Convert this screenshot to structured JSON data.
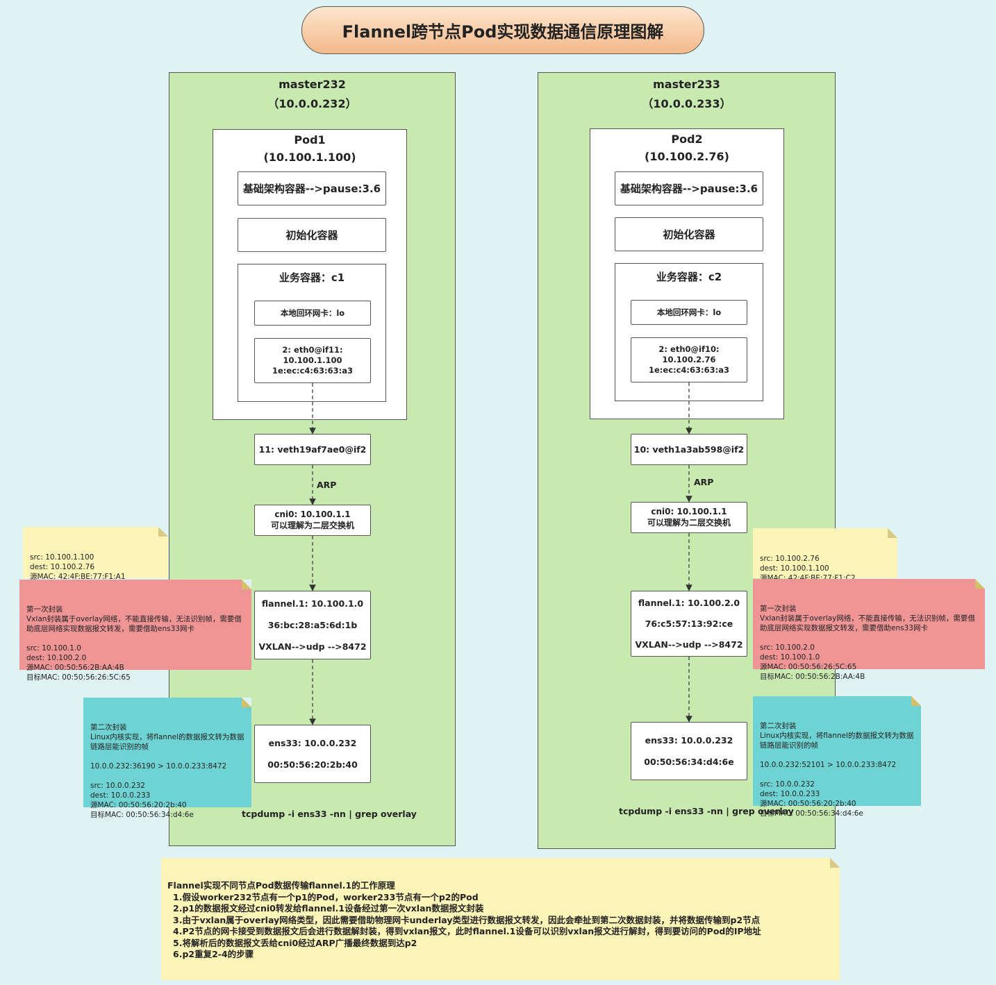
{
  "title": "Flannel跨节点Pod实现数据通信原理图解",
  "nodes": [
    {
      "name": "master232",
      "ip": "（10.0.0.232）",
      "pod_name": "Pod1",
      "pod_ip": "(10.100.1.100)",
      "infra_container": "基础架构容器-->pause:3.6",
      "init_container": "初始化容器",
      "biz_container": "业务容器：c1",
      "loopback": "本地回环网卡：lo",
      "eth0": [
        "2: eth0@if11:",
        "10.100.1.100",
        "1e:ec:c4:63:63:a3"
      ],
      "veth": "11: veth19af7ae0@if2",
      "arp_label": "ARP",
      "cni0": [
        "cni0: 10.100.1.1",
        "可以理解为二层交换机"
      ],
      "flannel": [
        "flannel.1: 10.100.1.0",
        "36:bc:28:a5:6d:1b",
        "VXLAN-->udp -->8472"
      ],
      "ens33": [
        "ens33: 10.0.0.232",
        "00:50:56:20:2b:40"
      ],
      "tcpdump": "tcpdump -i ens33 -nn | grep overlay",
      "note_yellow": "src: 10.100.1.100\ndest: 10.100.2.76\n源MAC: 42:4F:BE:77:F1:A1\n目标MAC: FF:FF:FF:FF:FF:FF",
      "note_red": "第一次封装\nVxlan封装属于overlay网络，不能直接传输，无法识别帧，需要借助底层网络实现数据报文转发，需要借助ens33网卡\n\nsrc: 10.100.1.0\ndest: 10.100.2.0\n源MAC: 00:50:56:2B:AA:4B\n目标MAC: 00:50:56:26:5C:65",
      "note_cyan": "第二次封装\nLinux内核实现，将flannel的数据报文转为数据链路层能识别的帧\n\n10.0.0.232:36190 > 10.0.0.233:8472\n\nsrc: 10.0.0.232\ndest: 10.0.0.233\n源MAC: 00:50:56:20:2b:40\n目标MAC: 00:50:56:34:d4:6e"
    },
    {
      "name": "master233",
      "ip": "（10.0.0.233）",
      "pod_name": "Pod2",
      "pod_ip": "(10.100.2.76)",
      "infra_container": "基础架构容器-->pause:3.6",
      "init_container": "初始化容器",
      "biz_container": "业务容器：c2",
      "loopback": "本地回环网卡：lo",
      "eth0": [
        "2: eth0@if10:",
        "10.100.2.76",
        "1e:ec:c4:63:63:a3"
      ],
      "veth": "10: veth1a3ab598@if2",
      "arp_label": "ARP",
      "cni0": [
        "cni0: 10.100.1.1",
        "可以理解为二层交换机"
      ],
      "flannel": [
        "flannel.1: 10.100.2.0",
        "76:c5:57:13:92:ce",
        "VXLAN-->udp -->8472"
      ],
      "ens33": [
        "ens33: 10.0.0.232",
        "00:50:56:34:d4:6e"
      ],
      "tcpdump": "tcpdump -i ens33 -nn | grep overlay",
      "note_yellow": "src: 10.100.2.76\ndest: 10.100.1.100\n源MAC:  42:4F:BE:77:F1:C2\n目标MAC: 42:4F:BE:77:F1:A1",
      "note_red": "第一次封装\nVxlan封装属于overlay网络，不能直接传输，无法识别帧，需要借助底层网络实现数据报文转发，需要借助ens33网卡\n\nsrc: 10.100.2.0\ndest: 10.100.1.0\n源MAC: 00:50:56:26:5C:65\n目标MAC: 00:50:56:2B:AA:4B",
      "note_cyan": "第二次封装\nLinux内核实现，将flannel的数据报文转为数据链路层能识别的帧\n\n10.0.0.232:52101 > 10.0.0.233:8472\n\nsrc: 10.0.0.232\ndest: 10.0.0.233\n源MAC: 00:50:56:20:2b:40\n目标MAC: 00:50:56:34:d4:6e"
    }
  ],
  "summary": {
    "heading": "Flannel实现不同节点Pod数据传输flannel.1的工作原理",
    "items": [
      "1.假设worker232节点有一个p1的Pod，worker233节点有一个p2的Pod",
      "2.p1的数据报文经过cni0转发给flannel.1设备经过第一次vxlan数据报文封装",
      "3.由于vxlan属于overlay网络类型，因此需要借助物理网卡underlay类型进行数据报文转发，因此会牵扯到第二次数据封装，并将数据传输到p2节点",
      "4.P2节点的网卡接受到数据报文后会进行数据解封装，得到vxlan报文，此时flannel.1设备可以识别vxlan报文进行解封，得到要访问的Pod的IP地址",
      "5.将解析后的数据报文丢给cni0经过ARP广播最终数据到达p2",
      "6.p2重复2-4的步骤"
    ]
  },
  "colors": {
    "background": "#dff3f4",
    "node_fill": "#c8e9b0",
    "note_yellow": "#fdf4b8",
    "note_red": "#f09595",
    "note_cyan": "#6fd3d3"
  }
}
